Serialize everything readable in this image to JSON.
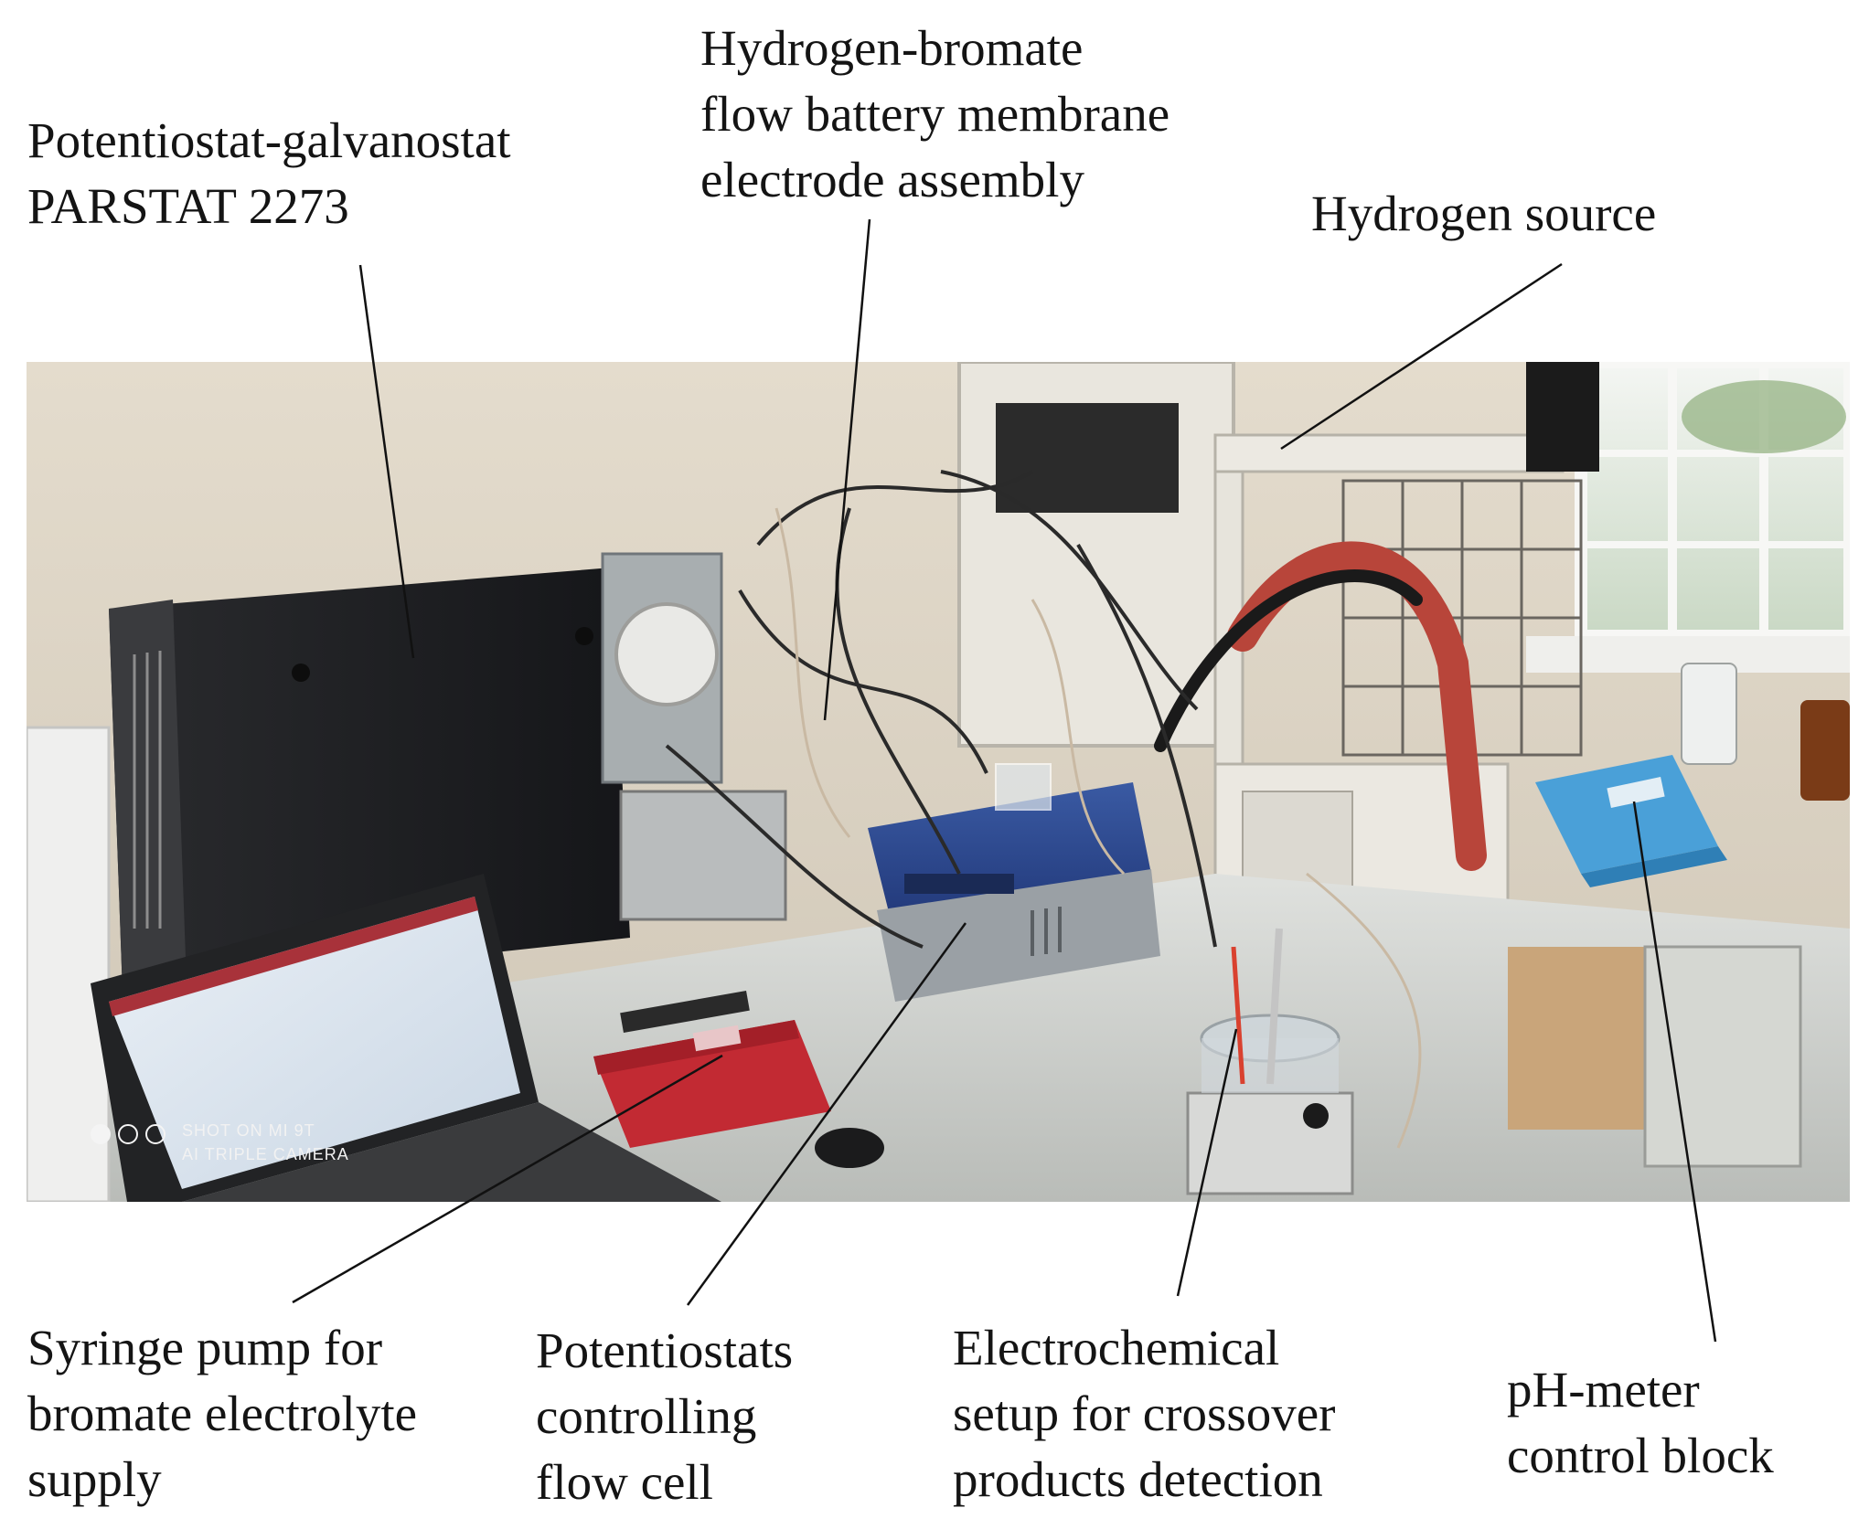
{
  "labels": {
    "potentiostat_galvanostat": [
      "Potentiostat-galvanostat",
      "PARSTAT 2273"
    ],
    "membrane_electrode_assembly": [
      "Hydrogen-bromate",
      "flow battery membrane",
      "electrode assembly"
    ],
    "hydrogen_source": [
      "Hydrogen source"
    ],
    "syringe_pump": [
      "Syringe pump for",
      "bromate electrolyte",
      "supply"
    ],
    "potentiostats_flow_cell": [
      "Potentiostats",
      "controlling",
      "flow cell"
    ],
    "electrochemical_setup": [
      "Electrochemical",
      "setup for crossover",
      "products detection"
    ],
    "ph_meter": [
      "pH-meter",
      "control block"
    ]
  },
  "photo": {
    "watermark": [
      "SHOT ON MI 9T",
      "AI TRIPLE CAMERA"
    ]
  },
  "colors": {
    "text": "#141414",
    "leader_line": "#111111",
    "wall": "#e3ddd0",
    "bench": "#d7d9d6",
    "black_instrument": "#1d1e21",
    "blue_instrument": "#2d4a8c",
    "red_pump": "#c22a33",
    "ph_meter_blue": "#4aa0d8"
  }
}
